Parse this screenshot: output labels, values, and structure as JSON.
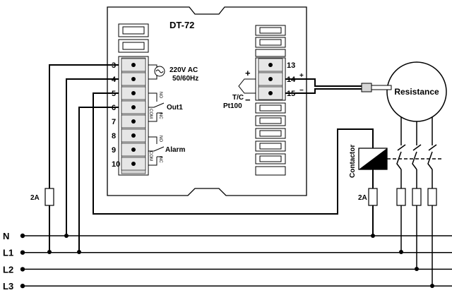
{
  "device": {
    "model": "DT-72",
    "power_label_line1": "220V AC",
    "power_label_line2": "50/60Hz",
    "out1_label": "Out1",
    "alarm_label": "Alarm",
    "sensor_label_line1": "T/C",
    "sensor_label_line2": "Pt100",
    "sensor_plus": "+",
    "sensor_minus": "−",
    "contact_no": "NO",
    "contact_com": "COM",
    "contact_nc": "NC",
    "left_terminals": [
      "3",
      "4",
      "5",
      "6",
      "7",
      "8",
      "9",
      "10"
    ],
    "right_terminals": [
      "13",
      "14",
      "15"
    ]
  },
  "external": {
    "resistance_label": "Resistance",
    "contactor_label": "Contactor",
    "fuse_label": "2A",
    "probe_plus": "+",
    "probe_minus": "−"
  },
  "supply_lines": [
    "N",
    "L1",
    "L2",
    "L3"
  ]
}
